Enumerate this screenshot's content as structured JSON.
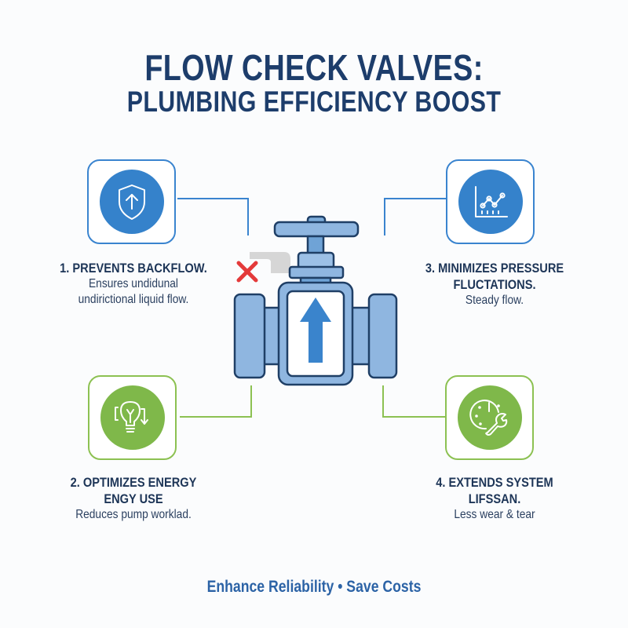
{
  "title": {
    "line1": "FLOW CHECK VALVES:",
    "line2": "PLUMBING EFFICIENCY BOOST"
  },
  "benefits": [
    {
      "number": "1",
      "heading": "1. PREVENTS BACKFLOW.",
      "heading_line2": "",
      "sub_line1": "Ensures undidunal",
      "sub_line2": "undirictional liquid flow.",
      "icon": "shield-arrow-up-icon",
      "accent": "#3582cb",
      "position": "top-left"
    },
    {
      "number": "2",
      "heading": "2. OPTIMIZES ENERGY",
      "heading_line2": "ENGY USE",
      "sub_line1": "Reduces pump worklad.",
      "sub_line2": "",
      "icon": "lightbulb-down-arrow-icon",
      "accent": "#7fb84a",
      "position": "bottom-left"
    },
    {
      "number": "3",
      "heading": "3. MINIMIZES PRESSURE",
      "heading_line2": "FLUCTATIONS.",
      "sub_line1": "Steady flow.",
      "sub_line2": "",
      "icon": "line-chart-icon",
      "accent": "#3582cb",
      "position": "top-right"
    },
    {
      "number": "4",
      "heading": "4. EXTENDS SYSTEM",
      "heading_line2": "LIFSSAN.",
      "sub_line1": "Less wear & tear",
      "sub_line2": "",
      "icon": "gauge-wrench-icon",
      "accent": "#7fb84a",
      "position": "bottom-right"
    }
  ],
  "center": {
    "illustration": "check-valve-icon",
    "flow_direction": "up",
    "backflow_blocked_mark": "red-x-icon",
    "colors": {
      "valve_fill": "#8fb6e0",
      "valve_outline": "#1f3f66",
      "arrow": "#3a84cc",
      "blocked_x": "#e43a3a",
      "blocked_pipe": "#d4d4d4"
    }
  },
  "footer": {
    "text": "Enhance Reliability • Save Costs"
  },
  "colors": {
    "title": "#1d3d6b",
    "blue_accent": "#3a84cf",
    "green_accent": "#8cc152",
    "footer": "#2c63a6"
  }
}
